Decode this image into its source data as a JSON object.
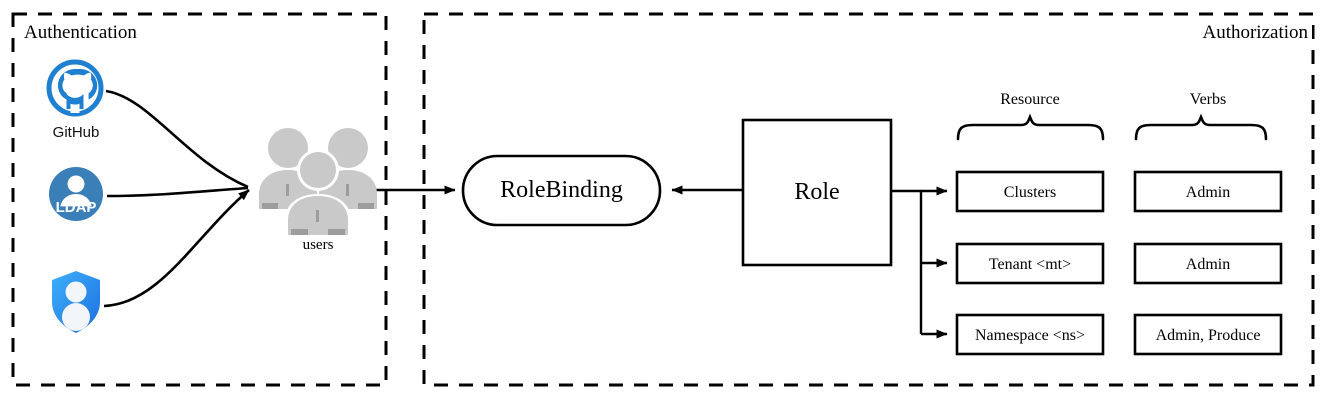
{
  "diagram": {
    "title_hidden": "",
    "groups": [
      {
        "id": "authentication",
        "label": "Authentication",
        "label_align": "left"
      },
      {
        "id": "authorization",
        "label": "Authorization",
        "label_align": "right"
      }
    ],
    "identity_providers": [
      {
        "id": "github",
        "label": "GitHub",
        "icon": "github-icon",
        "color": "#1f7fd0"
      },
      {
        "id": "ldap",
        "label": "LDAP",
        "icon": "ldap-user-circle-icon",
        "color": "#3b7fb8"
      },
      {
        "id": "oauth-shield",
        "label": "",
        "icon": "shield-user-icon",
        "color": "#2f9cf4"
      }
    ],
    "users_node": {
      "label": "users",
      "icon": "users-group-icon",
      "color": "#c9c9c9"
    },
    "rolebinding_node": {
      "label": "RoleBinding",
      "shape": "stadium"
    },
    "role_node": {
      "label": "Role",
      "shape": "rectangle"
    },
    "columns": [
      {
        "id": "resource",
        "header": "Resource"
      },
      {
        "id": "verbs",
        "header": "Verbs"
      }
    ],
    "rows": [
      {
        "resource": "Clusters",
        "verbs": "Admin"
      },
      {
        "resource": "Tenant <mt>",
        "verbs": "Admin"
      },
      {
        "resource": "Namespace <ns>",
        "verbs": "Admin, Produce"
      }
    ],
    "colors": {
      "stroke": "#000000",
      "background": "#ffffff",
      "users_gray": "#c9c9c9",
      "users_gray_dark": "#9d9d9d",
      "github_blue": "#1f7fd0",
      "ldap_blue": "#3b7fb8",
      "shield_blue_light": "#39a7f7",
      "shield_blue_dark": "#1b6fe0"
    }
  }
}
